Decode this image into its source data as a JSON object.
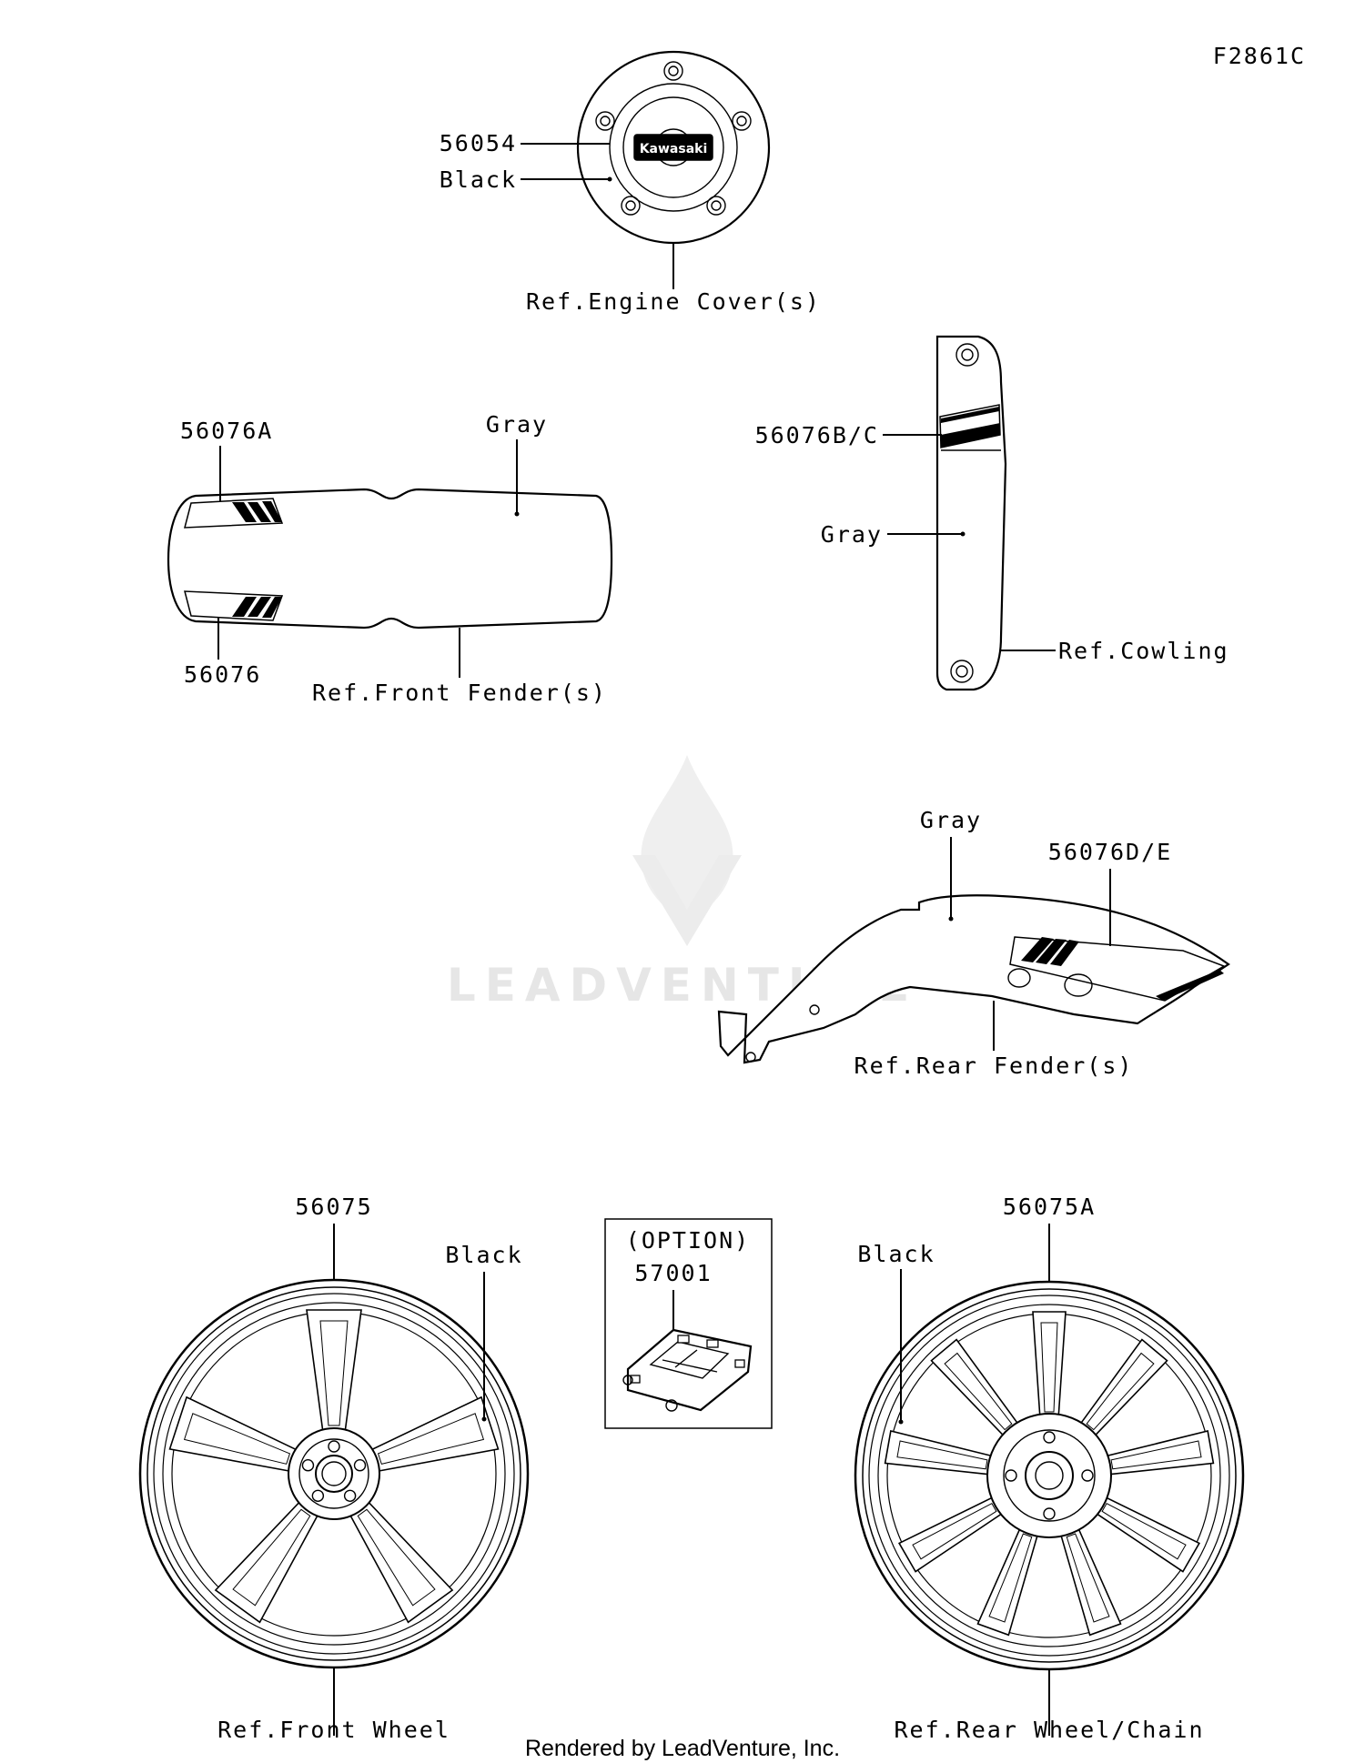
{
  "diagram_id": "F2861C",
  "watermark": "LEADVENTURE",
  "footer": "Rendered by LeadVenture, Inc.",
  "engine_cover": {
    "part_number": "56054",
    "color": "Black",
    "ref": "Ref.Engine Cover(s)",
    "logo": "Kawasaki"
  },
  "front_fender": {
    "part_top": "56076A",
    "part_bottom": "56076",
    "color": "Gray",
    "ref": "Ref.Front Fender(s)"
  },
  "cowling": {
    "part_number": "56076B/C",
    "color": "Gray",
    "ref": "Ref.Cowling"
  },
  "rear_fender": {
    "part_number": "56076D/E",
    "color": "Gray",
    "ref": "Ref.Rear Fender(s)"
  },
  "front_wheel": {
    "part_number": "56075",
    "color": "Black",
    "ref": "Ref.Front Wheel"
  },
  "option_box": {
    "title": "(OPTION)",
    "part_number": "57001"
  },
  "rear_wheel": {
    "part_number": "56075A",
    "color": "Black",
    "ref": "Ref.Rear Wheel/Chain"
  }
}
